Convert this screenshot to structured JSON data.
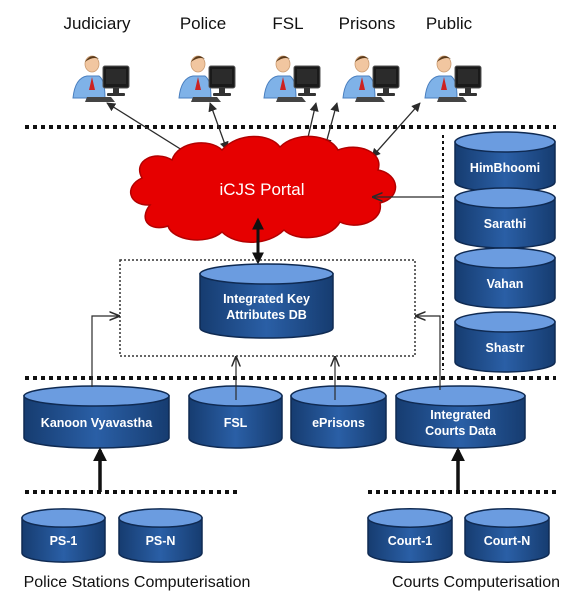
{
  "colors": {
    "db_fill": "#1f4e8c",
    "db_top": "#5b8fd6",
    "portal_red": "#e60000",
    "arrow": "#2b2b2b",
    "dotted": "#111111"
  },
  "users": [
    {
      "label": "Judiciary",
      "icon": "user-computer-icon"
    },
    {
      "label": "Police",
      "icon": "user-computer-icon"
    },
    {
      "label": "FSL",
      "icon": "user-computer-icon"
    },
    {
      "label": "Prisons",
      "icon": "user-computer-icon"
    },
    {
      "label": "Public",
      "icon": "user-computer-icon"
    }
  ],
  "portal": {
    "label": "iCJS Portal",
    "icon": "cloud-icon"
  },
  "key_db": {
    "line1": "Integrated  Key",
    "line2": "Attributes DB"
  },
  "external_dbs": [
    "HimBhoomi",
    "Sarathi",
    "Vahan",
    "Shastr"
  ],
  "middle_dbs": [
    {
      "line1": "Kanoon Vyavastha",
      "line2": ""
    },
    {
      "line1": "FSL",
      "line2": ""
    },
    {
      "line1": "ePrisons",
      "line2": ""
    },
    {
      "line1": "Integrated",
      "line2": "Courts Data"
    }
  ],
  "police_dbs": [
    "PS-1",
    "PS-N"
  ],
  "court_dbs": [
    "Court-1",
    "Court-N"
  ],
  "captions": {
    "police": "Police Stations Computerisation",
    "courts": "Courts Computerisation"
  }
}
